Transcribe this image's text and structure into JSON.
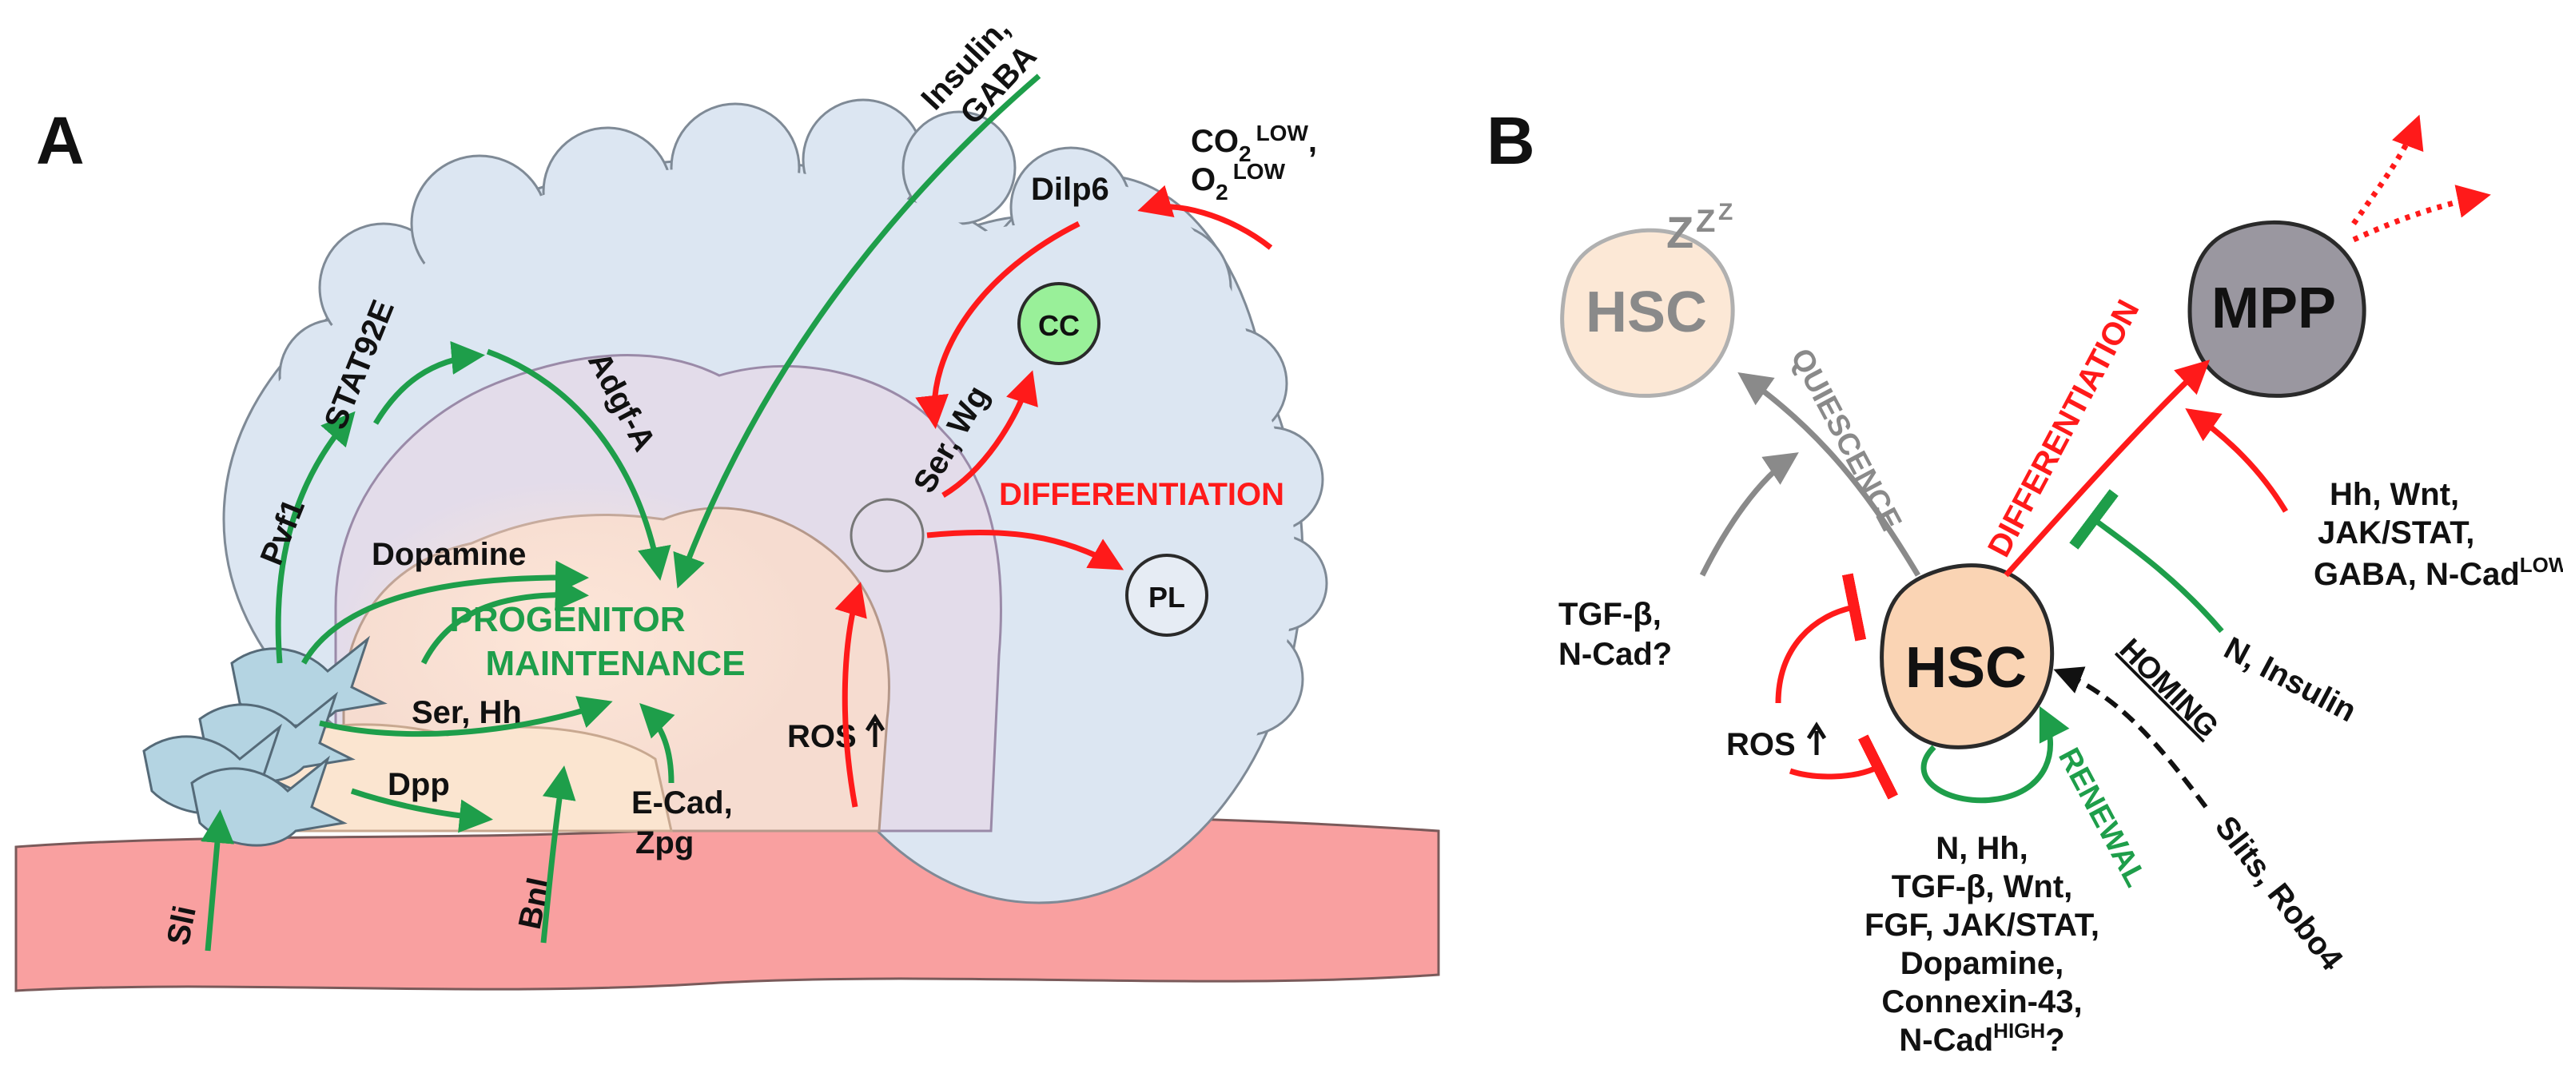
{
  "panel_a": {
    "letter": "A",
    "labels": {
      "insulin_gaba": [
        "Insulin,",
        "GABA"
      ],
      "co2": "CO",
      "co2_sub": "2",
      "co2_sup": "LOW",
      "o2": "O",
      "o2_sub": "2",
      "o2_sup": "LOW",
      "co2_comma": ",",
      "dilp6": "Dilp6",
      "cc": "CC",
      "pl": "PL",
      "ser_wg": "Ser, Wg",
      "differentiation": "DIFFERENTIATION",
      "ros": "ROS",
      "progenitor_maintenance": [
        "PROGENITOR",
        "MAINTENANCE"
      ],
      "pvf1": "Pvf1",
      "stat92e": "STAT92E",
      "adgf_a": "Adgf-A",
      "dopamine": "Dopamine",
      "ser_hh": "Ser, Hh",
      "dpp": "Dpp",
      "bnl": "Bnl",
      "sli": "Sli",
      "ecad_zpg": [
        "E-Cad,",
        "Zpg"
      ]
    }
  },
  "panel_b": {
    "letter": "B",
    "cells": {
      "hsc_quiescent": "HSC",
      "hsc_main": "HSC",
      "mpp": "MPP",
      "zzz": [
        "Z",
        "Z",
        "Z"
      ]
    },
    "processes": {
      "quiescence": "QUIESCENCE",
      "differentiation": "DIFFERENTIATION",
      "renewal": "RENEWAL",
      "homing": "HOMING"
    },
    "labels": {
      "tgf_ncad": [
        "TGF-β,",
        "N-Cad?"
      ],
      "ros": "ROS",
      "renewal_factors": [
        "N, Hh,",
        "TGF-β, Wnt,",
        "FGF, JAK/STAT,",
        "Dopamine,",
        "Connexin-43,",
        "N-Cad"
      ],
      "renewal_ncad_sup": "HIGH",
      "renewal_q": "?",
      "diff_factors": [
        "Hh, Wnt,",
        "JAK/STAT,",
        "GABA, N-Cad"
      ],
      "diff_ncad_sup": "LOW",
      "diff_q": "?",
      "n_insulin": "N, Insulin",
      "slits_robo4": "Slits, Robo4"
    }
  },
  "colors": {
    "promote_green": "#1e9e4a",
    "differentiation_red": "#ff1a1a",
    "quiescence_gray": "#8a8a8a",
    "lymph_gland_blue": "#dce6f2",
    "niche_blue": "#b4d4e2",
    "tissue_pink": "#f9a0a0",
    "cc_green": "#99f099",
    "hsc_peach": "#fad4b4",
    "mpp_gray": "#9a97a0"
  }
}
